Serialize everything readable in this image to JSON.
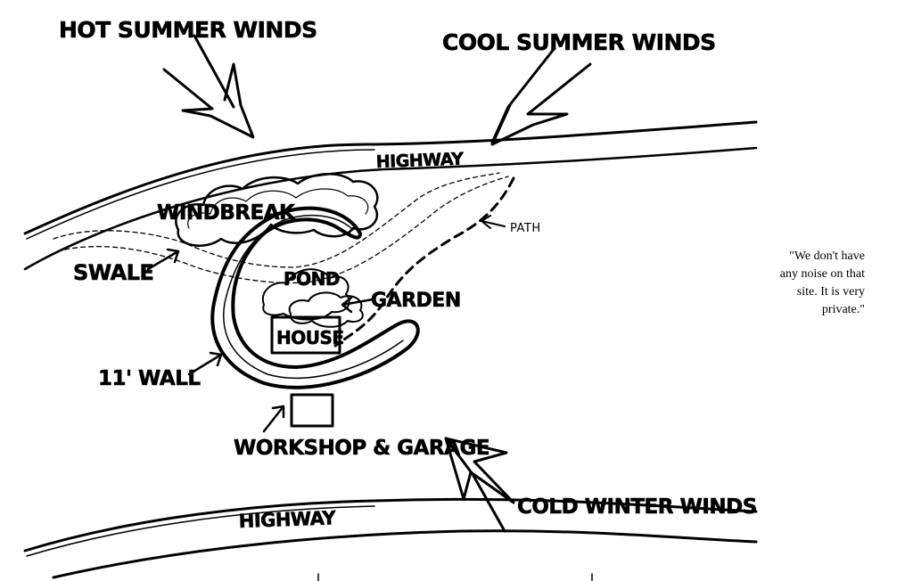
{
  "labels": {
    "hot_summer_winds": "HOT SUMMER WINDS",
    "cool_summer_winds": "COOL SUMMER WINDS",
    "highway_top": "HIGHWAY",
    "windbreak": "WINDBREAK",
    "path": "PATH",
    "swale": "SWALE",
    "pond": "POND",
    "garden": "GARDEN",
    "house": "HOUSE",
    "wall": "11' WALL",
    "workshop_garage": "WORKSHOP & GARAGE",
    "highway_bottom": "HIGHWAY",
    "cold_winter_winds": "COLD WINTER WINDS"
  },
  "quote": "\"We don't have any noise on that site. It is very private.\""
}
